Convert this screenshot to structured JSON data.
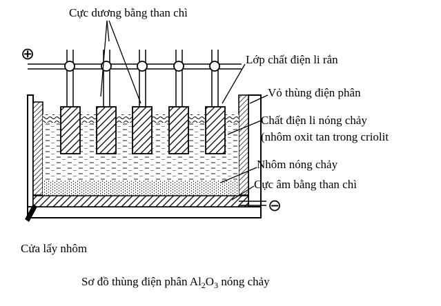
{
  "diagram": {
    "labels": {
      "anode": "Cực dương bằng than chì",
      "solid_electrolyte": "Lớp chất điện li rắn",
      "cell_shell": "Vỏ thùng điện phân",
      "molten_electrolyte": "Chất điện li nóng chảy",
      "molten_electrolyte_note": "(nhôm oxit tan trong criolit",
      "molten_aluminium": "Nhôm nóng chảy",
      "cathode": "Cực âm bằng than chì",
      "tap_hole": "Cửa lấy nhôm"
    },
    "symbols": {
      "positive": "⊕",
      "negative": "⊖"
    },
    "caption": {
      "prefix": "Sơ đồ thùng điện phân Al",
      "sub1": "2",
      "mid": "O",
      "sub2": "3",
      "suffix": " nóng chảy"
    }
  }
}
